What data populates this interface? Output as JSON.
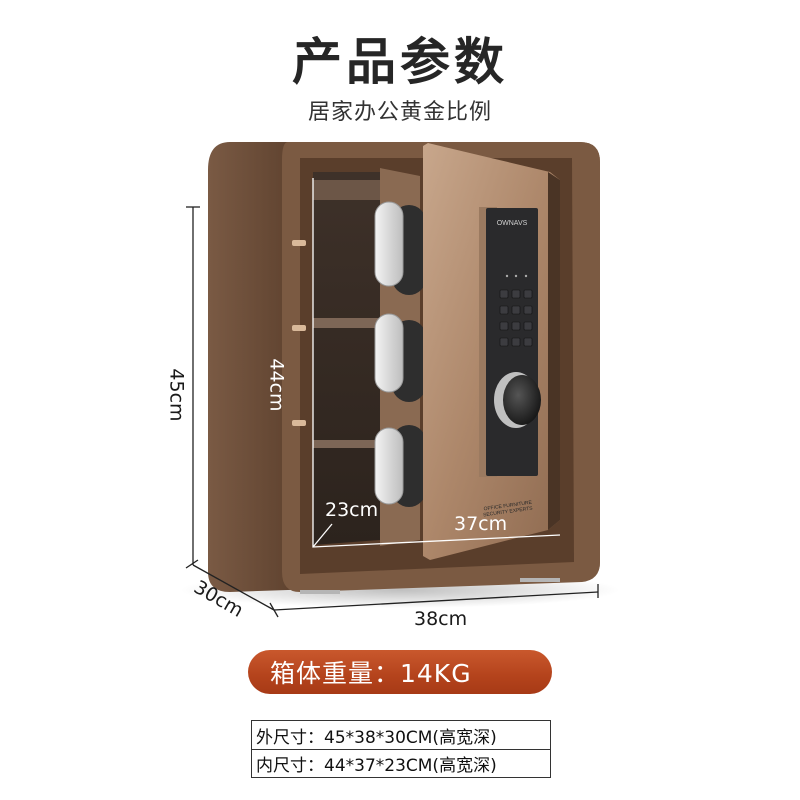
{
  "header": {
    "title": "产品参数",
    "subtitle": "居家办公黄金比例"
  },
  "product": {
    "brand_on_panel": "OWNAVS",
    "door_print_line1": "OFFICE FURNITURE",
    "door_print_line2": "SECURITY EXPERTS",
    "colors": {
      "body": "#6e4a30",
      "door": "#b08a6c",
      "panel": "#2a2a2c",
      "badge": "#b4431c"
    }
  },
  "dimensions": {
    "outer_height": "45cm",
    "inner_height": "44cm",
    "inner_depth": "23cm",
    "inner_width": "37cm",
    "outer_depth": "30cm",
    "outer_width": "38cm"
  },
  "weight": {
    "label": "箱体重量：14KG"
  },
  "specs": [
    {
      "text": "外尺寸：45*38*30CM(高宽深)"
    },
    {
      "text": "内尺寸：44*37*23CM(高宽深)"
    }
  ]
}
